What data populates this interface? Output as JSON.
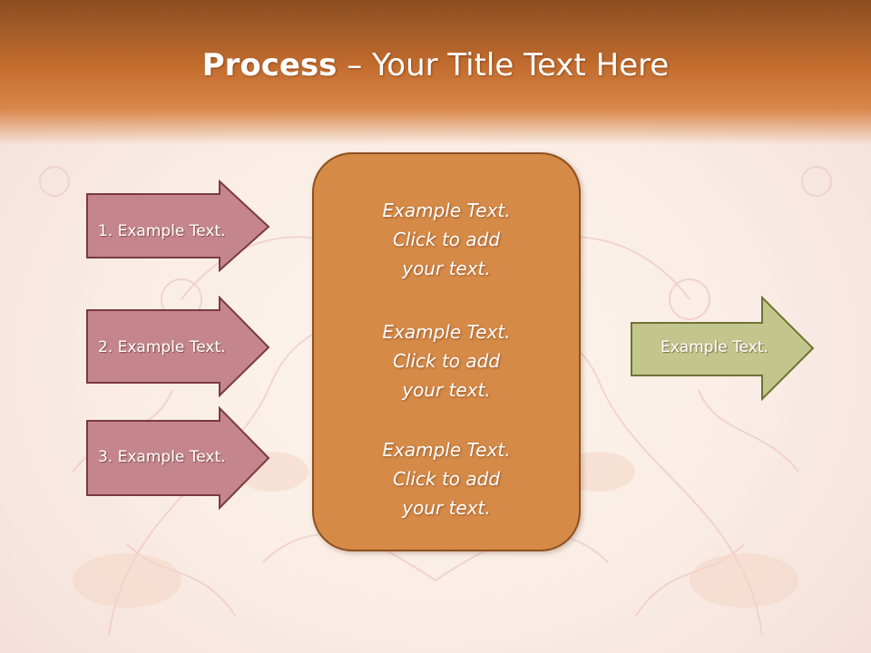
{
  "title": {
    "bold": "Process",
    "rest": " – Your Title Text Here"
  },
  "left_steps": [
    {
      "label": "1. Example Text."
    },
    {
      "label": "2. Example Text."
    },
    {
      "label": "3. Example Text."
    }
  ],
  "center_box": {
    "paragraphs": [
      {
        "line1": "Example Text.",
        "line2": "Click  to add",
        "line3": "your text."
      },
      {
        "line1": "Example Text.",
        "line2": "Click  to add",
        "line3": "your text."
      },
      {
        "line1": "Example Text.",
        "line2": "Click  to add",
        "line3": "your text."
      }
    ]
  },
  "output_arrow": {
    "label": "Example Text."
  },
  "colors": {
    "header": "#c26c2e",
    "left_arrow_fill": "#c4868c",
    "left_arrow_border": "#7a3a3e",
    "center_fill": "#d58a48",
    "center_border": "#8e4f1c",
    "right_arrow_fill": "#c2c58c",
    "right_arrow_border": "#6f7231"
  }
}
